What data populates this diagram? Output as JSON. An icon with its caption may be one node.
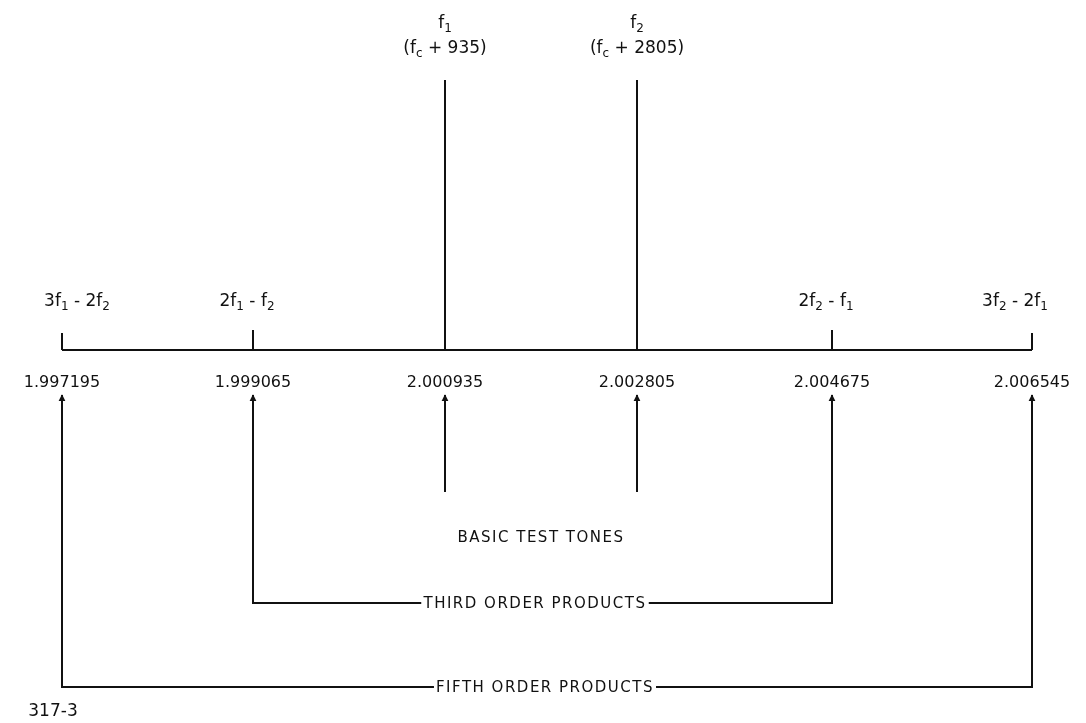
{
  "diagram": {
    "nodes": [
      {
        "text": [
          "1.997195"
        ]
      },
      {
        "text": [
          "1.999065"
        ]
      },
      {
        "text": [
          "2.000935"
        ]
      },
      {
        "text": [
          "2.002805"
        ]
      },
      {
        "text": [
          "2.004675"
        ]
      },
      {
        "text": [
          "2.006545"
        ]
      },
      {
        "text": [
          "BASIC TEST TONES"
        ]
      },
      {
        "text": [
          "THIRD ORDER PRODUCTS"
        ]
      },
      {
        "text": [
          "FIFTH ORDER PRODUCTS"
        ]
      }
    ],
    "edges": [
      {
        "from": 6,
        "to": 2,
        "arrow": "to"
      },
      {
        "from": 6,
        "to": 3,
        "arrow": "to"
      },
      {
        "from": 7,
        "to": 1,
        "arrow": "to"
      },
      {
        "from": 7,
        "to": 4,
        "arrow": "to"
      },
      {
        "from": 8,
        "to": 0,
        "arrow": "to"
      },
      {
        "from": 8,
        "to": 5,
        "arrow": "to"
      }
    ],
    "labels": [
      "f$_{1}$",
      "(f$_{c}$ + 935)",
      "f$_{2}$",
      "(f$_{c}$ + 2805)",
      "3f$_{1}$ - 2f$_{2}$",
      "2f$_{1}$ - f$_{2}$",
      "2f$_{2}$ - f$_{1}$",
      "3f$_{2}$ - 2f$_{1}$",
      "317-3"
    ]
  }
}
